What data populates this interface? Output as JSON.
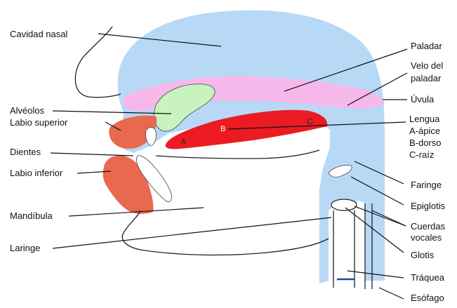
{
  "colors": {
    "nasal_cavity": "#b7d9f6",
    "palate": "#f6b8ea",
    "alveoli": "#c8f2c0",
    "lips": "#e9694f",
    "tongue": "#ec1b22",
    "background": "#ffffff"
  },
  "tongue_markers": {
    "apex": "A",
    "dorsum": "B",
    "root": "C"
  },
  "labels": {
    "nasal_cavity": "Cavidad nasal",
    "palate": "Paladar",
    "soft_palate": "Velo del",
    "soft_palate_2": "paladar",
    "uvula": "Úvula",
    "alveoli": "Alvéolos",
    "upper_lip": "Labio superior",
    "tongue": "Lengua",
    "tongue_apex": "A-ápice",
    "tongue_dorsum": "B-dorso",
    "tongue_root": "C-raíz",
    "teeth": "Dientes",
    "lower_lip": "Labio inferior",
    "pharynx": "Faringe",
    "epiglottis": "Epiglotis",
    "mandible": "Mandíbula",
    "vocal_cords": "Cuerdas",
    "vocal_cords_2": "vocales",
    "larynx": "Laringe",
    "glottis": "Glotis",
    "trachea": "Tráquea",
    "esophagus": "Esófago"
  }
}
